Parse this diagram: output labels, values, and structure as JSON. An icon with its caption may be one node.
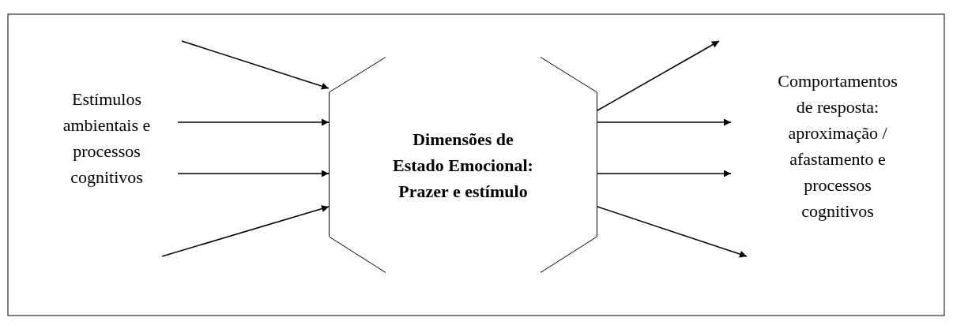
{
  "diagram": {
    "nodes": [
      {
        "text": [
          "Estímulos ambientais e processos cognitivos"
        ]
      },
      {
        "text": [
          "Dimensões de Estado Emocional: Prazer e estímulo"
        ]
      },
      {
        "text": [
          "Comportamentos de resposta: aproximação / afastamento e processos cognitivos"
        ]
      }
    ],
    "edges": [
      {
        "from": null,
        "to": 1,
        "arrow": "to"
      },
      {
        "from": 0,
        "to": 1,
        "arrow": "to"
      },
      {
        "from": 0,
        "to": 1,
        "arrow": "to"
      },
      {
        "from": null,
        "to": 1,
        "arrow": "to"
      },
      {
        "from": 1,
        "to": null,
        "arrow": "to"
      },
      {
        "from": 1,
        "to": 2,
        "arrow": "to"
      },
      {
        "from": 1,
        "to": 2,
        "arrow": "to"
      },
      {
        "from": 1,
        "to": null,
        "arrow": "to"
      }
    ]
  }
}
